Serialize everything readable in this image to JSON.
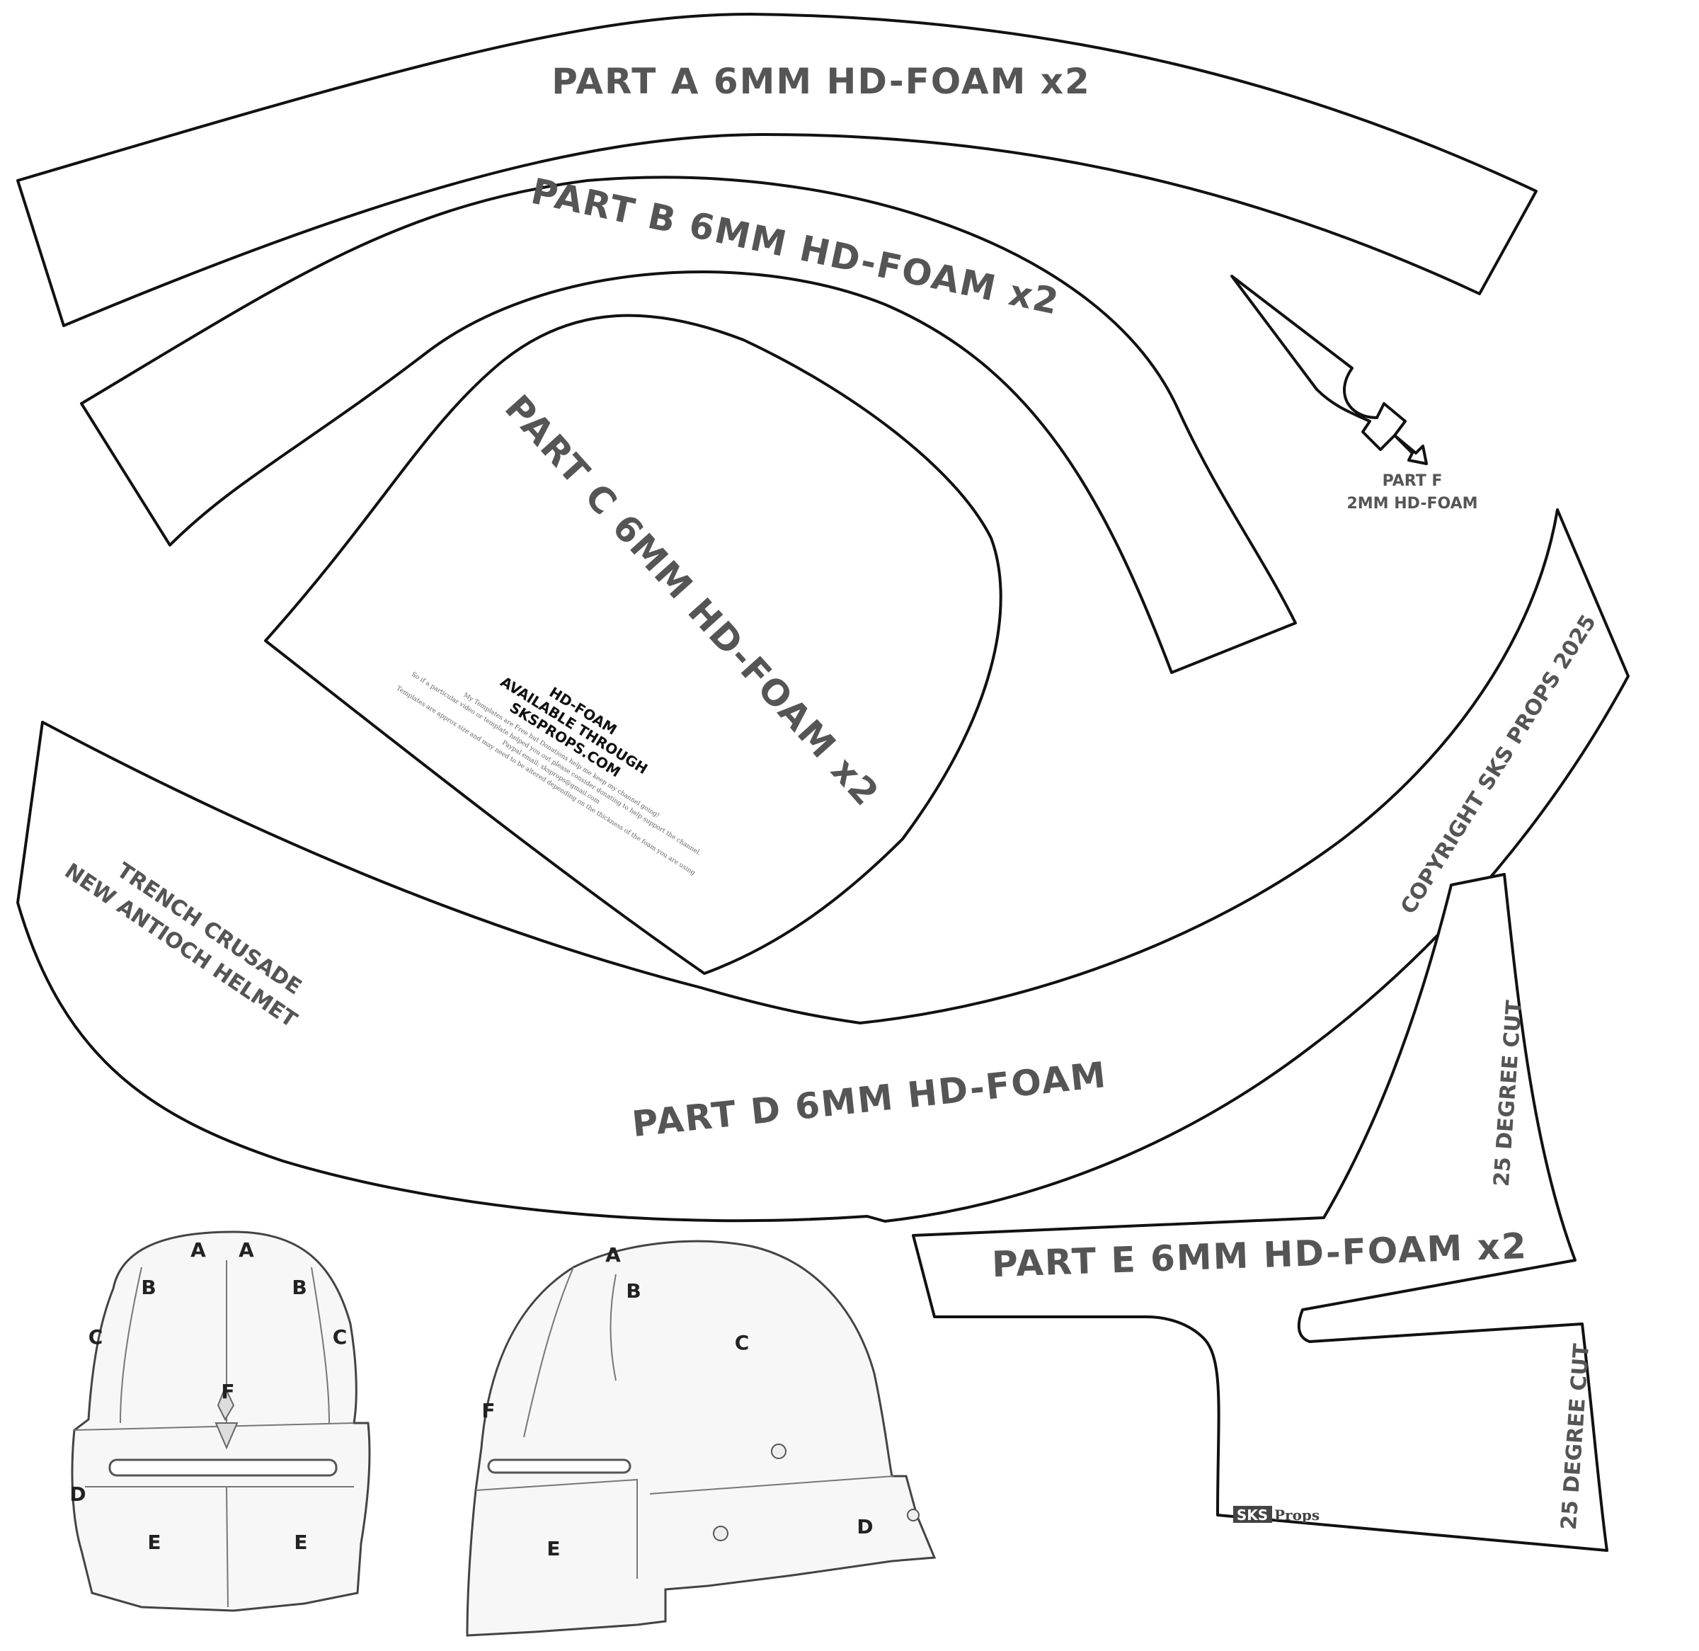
{
  "parts": {
    "a": "PART A 6MM HD-FOAM x2",
    "b": "PART B 6MM HD-FOAM x2",
    "c": "PART C 6MM HD-FOAM x2",
    "d": "PART D 6MM HD-FOAM",
    "e": "PART E 6MM HD-FOAM x2",
    "f_line1": "PART F",
    "f_line2": "2MM HD-FOAM"
  },
  "title": {
    "line1": "TRENCH CRUSADE",
    "line2": "NEW ANTIOCH HELMET"
  },
  "hdfoam_notice": {
    "line1": "HD-FOAM",
    "line2": "AVAILABLE THROUGH",
    "line3": "SKSPROPS.COM"
  },
  "donation_notice": {
    "line1": "My Templates are Free but Donations help me keep my channel going!",
    "line2": "So if a particular video or template helped you out please consider donating to help support the channel.",
    "line3": "Paypal email: sksprops@gmail.com",
    "line4": "Templates are approx size and may need to be altered depending on the thickness of the foam you are using"
  },
  "copyright": "COPYRIGHT SKS PROPS 2025",
  "cut_notes": {
    "upper": "25 DEGREE CUT",
    "lower": "25 DEGREE CUT"
  },
  "logo": {
    "box": "SKS",
    "text": "Props"
  },
  "front_view_labels": {
    "a1": "A",
    "a2": "A",
    "b1": "B",
    "b2": "B",
    "c1": "C",
    "c2": "C",
    "f": "F",
    "d": "D",
    "e1": "E",
    "e2": "E"
  },
  "side_view_labels": {
    "a": "A",
    "b": "B",
    "c": "C",
    "f": "F",
    "e": "E",
    "d": "D"
  }
}
